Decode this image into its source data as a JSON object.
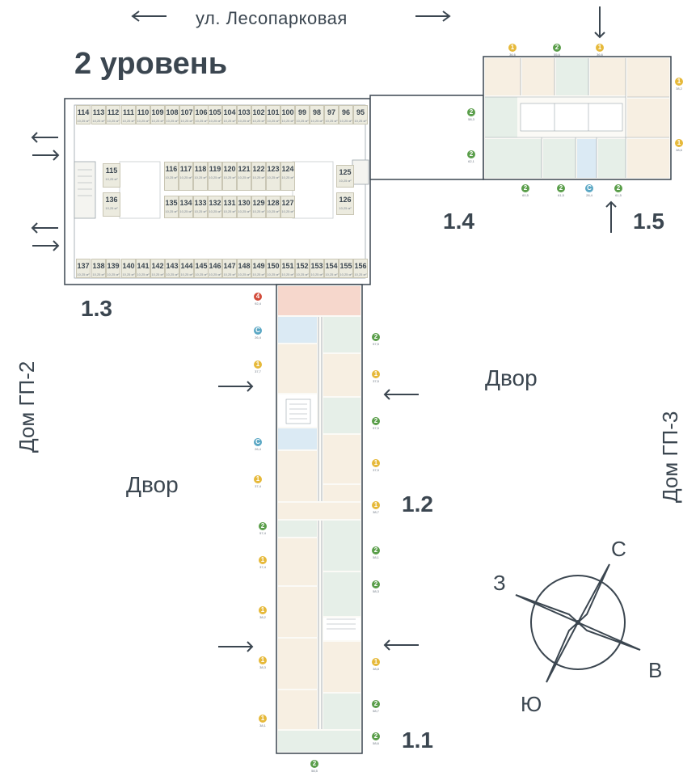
{
  "street": {
    "label": "ул. Лесопарковая"
  },
  "title": "2 уровень",
  "sections": {
    "s11": "1.1",
    "s12": "1.2",
    "s13": "1.3",
    "s14": "1.4",
    "s15": "1.5"
  },
  "yards": {
    "left": "Двор",
    "right": "Двор"
  },
  "neighbors": {
    "left": "Дом ГП-2",
    "right": "Дом ГП-3"
  },
  "compass": {
    "north": "С",
    "south": "Ю",
    "east": "В",
    "west": "З"
  },
  "colors": {
    "text": "#3b4650",
    "storage_cell": "#ecebdf",
    "studio": "#5aa7c4",
    "one_room": "#e6b93a",
    "two_room": "#5a9e4a",
    "four_room": "#d24b3a"
  },
  "storage": {
    "top_row": [
      {
        "n": "114",
        "a": "10,25 м²"
      },
      {
        "n": "113",
        "a": "10,25 м²"
      },
      {
        "n": "112",
        "a": "10,25 м²"
      },
      {
        "n": "111",
        "a": "10,25 м²"
      },
      {
        "n": "110",
        "a": "10,25 м²"
      },
      {
        "n": "109",
        "a": "10,25 м²"
      },
      {
        "n": "108",
        "a": "10,25 м²"
      },
      {
        "n": "107",
        "a": "10,25 м²"
      },
      {
        "n": "106",
        "a": "10,25 м²"
      },
      {
        "n": "105",
        "a": "10,25 м²"
      },
      {
        "n": "104",
        "a": "10,25 м²"
      },
      {
        "n": "103",
        "a": "10,25 м²"
      },
      {
        "n": "102",
        "a": "10,25 м²"
      },
      {
        "n": "101",
        "a": "10,25 м²"
      },
      {
        "n": "100",
        "a": "10,25 м²"
      },
      {
        "n": "99",
        "a": "10,25 м²"
      },
      {
        "n": "98",
        "a": "10,25 м²"
      },
      {
        "n": "97",
        "a": "10,25 м²"
      },
      {
        "n": "96",
        "a": "10,25 м²"
      },
      {
        "n": "95",
        "a": "10,25 м²"
      }
    ],
    "mid_upper": [
      {
        "n": "116",
        "a": "10,25 м²"
      },
      {
        "n": "117",
        "a": "10,25 м²"
      },
      {
        "n": "118",
        "a": "10,25 м²"
      },
      {
        "n": "119",
        "a": "10,25 м²"
      },
      {
        "n": "120",
        "a": "10,25 м²"
      },
      {
        "n": "121",
        "a": "10,25 м²"
      },
      {
        "n": "122",
        "a": "10,25 м²"
      },
      {
        "n": "123",
        "a": "10,25 м²"
      },
      {
        "n": "124",
        "a": "10,25 м²"
      }
    ],
    "mid_lower": [
      {
        "n": "135",
        "a": "10,25 м²"
      },
      {
        "n": "134",
        "a": "10,25 м²"
      },
      {
        "n": "133",
        "a": "10,25 м²"
      },
      {
        "n": "132",
        "a": "10,25 м²"
      },
      {
        "n": "131",
        "a": "10,25 м²"
      },
      {
        "n": "130",
        "a": "10,25 м²"
      },
      {
        "n": "129",
        "a": "10,25 м²"
      },
      {
        "n": "128",
        "a": "10,25 м²"
      },
      {
        "n": "127",
        "a": "10,25 м²"
      }
    ],
    "left_col": [
      {
        "n": "115",
        "a": "10,25 м²"
      },
      {
        "n": "136",
        "a": "10,25 м²"
      }
    ],
    "right_col": [
      {
        "n": "125",
        "a": "10,25 м²"
      },
      {
        "n": "126",
        "a": "10,25 м²"
      }
    ],
    "bottom_row": [
      {
        "n": "137",
        "a": "10,25 м²"
      },
      {
        "n": "138",
        "a": "10,25 м²"
      },
      {
        "n": "139",
        "a": "10,25 м²"
      },
      {
        "n": "140",
        "a": "10,25 м²"
      },
      {
        "n": "141",
        "a": "10,25 м²"
      },
      {
        "n": "142",
        "a": "10,25 м²"
      },
      {
        "n": "143",
        "a": "10,25 м²"
      },
      {
        "n": "144",
        "a": "10,25 м²"
      },
      {
        "n": "145",
        "a": "10,25 м²"
      },
      {
        "n": "146",
        "a": "10,25 м²"
      },
      {
        "n": "147",
        "a": "10,25 м²"
      },
      {
        "n": "148",
        "a": "10,25 м²"
      },
      {
        "n": "149",
        "a": "10,25 м²"
      },
      {
        "n": "150",
        "a": "10,25 м²"
      },
      {
        "n": "151",
        "a": "10,25 м²"
      },
      {
        "n": "152",
        "a": "10,25 м²"
      },
      {
        "n": "153",
        "a": "10,25 м²"
      },
      {
        "n": "154",
        "a": "10,25 м²"
      },
      {
        "n": "155",
        "a": "10,25 м²"
      },
      {
        "n": "156",
        "a": "10,25 м²"
      }
    ]
  },
  "badges_15": [
    {
      "t": "1",
      "a": "36,6",
      "c": "one_room"
    },
    {
      "t": "2",
      "a": "55,6",
      "c": "two_room"
    },
    {
      "t": "1",
      "a": "36,6",
      "c": "one_room"
    },
    {
      "t": "1",
      "a": "38,2",
      "c": "one_room"
    },
    {
      "t": "2",
      "a": "58,3",
      "c": "two_room"
    },
    {
      "t": "1",
      "a": "38,6",
      "c": "one_room"
    },
    {
      "t": "2",
      "a": "62,1",
      "c": "two_room"
    },
    {
      "t": "2",
      "a": "60,5",
      "c": "two_room"
    },
    {
      "t": "2",
      "a": "61,5",
      "c": "two_room"
    },
    {
      "t": "С",
      "a": "28,4",
      "c": "studio"
    },
    {
      "t": "2",
      "a": "61,5",
      "c": "two_room"
    }
  ],
  "badges_tower": [
    {
      "t": "4",
      "a": "92,4",
      "c": "four_room"
    },
    {
      "t": "С",
      "a": "26,4",
      "c": "studio"
    },
    {
      "t": "1",
      "a": "37,7",
      "c": "one_room"
    },
    {
      "t": "С",
      "a": "26,4",
      "c": "studio"
    },
    {
      "t": "1",
      "a": "37,4",
      "c": "one_room"
    },
    {
      "t": "2",
      "a": "57,4",
      "c": "two_room"
    },
    {
      "t": "1",
      "a": "37,4",
      "c": "one_room"
    },
    {
      "t": "1",
      "a": "38,2",
      "c": "one_room"
    },
    {
      "t": "1",
      "a": "38,3",
      "c": "one_room"
    },
    {
      "t": "1",
      "a": "38,1",
      "c": "one_room"
    },
    {
      "t": "2",
      "a": "57,5",
      "c": "two_room"
    },
    {
      "t": "1",
      "a": "37,5",
      "c": "one_room"
    },
    {
      "t": "2",
      "a": "57,5",
      "c": "two_room"
    },
    {
      "t": "1",
      "a": "37,9",
      "c": "one_room"
    },
    {
      "t": "1",
      "a": "38,7",
      "c": "one_room"
    },
    {
      "t": "2",
      "a": "58,1",
      "c": "two_room"
    },
    {
      "t": "2",
      "a": "58,3",
      "c": "two_room"
    },
    {
      "t": "1",
      "a": "38,8",
      "c": "one_room"
    },
    {
      "t": "2",
      "a": "58,7",
      "c": "two_room"
    },
    {
      "t": "2",
      "a": "58,6",
      "c": "two_room"
    },
    {
      "t": "2",
      "a": "58,5",
      "c": "two_room"
    }
  ]
}
